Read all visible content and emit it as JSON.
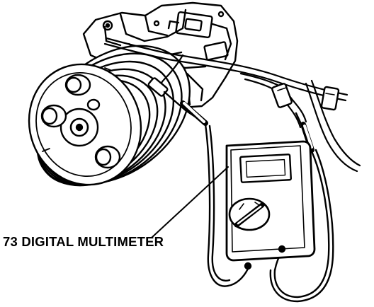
{
  "diagram": {
    "callout_label": "73 DIGITAL MULTIMETER",
    "colors": {
      "ink": "#000000",
      "paper": "#ffffff",
      "shade": "#d9d9d9"
    },
    "components": [
      {
        "name": "ac-compressor",
        "icon": "compressor-icon"
      },
      {
        "name": "compressor-clutch-pulley",
        "icon": "pulley-icon"
      },
      {
        "name": "wiring-harness",
        "icon": "wire-icon"
      },
      {
        "name": "harness-connector",
        "icon": "connector-icon"
      },
      {
        "name": "digital-multimeter",
        "icon": "multimeter-icon"
      },
      {
        "name": "test-leads",
        "icon": "probe-icon"
      }
    ]
  }
}
